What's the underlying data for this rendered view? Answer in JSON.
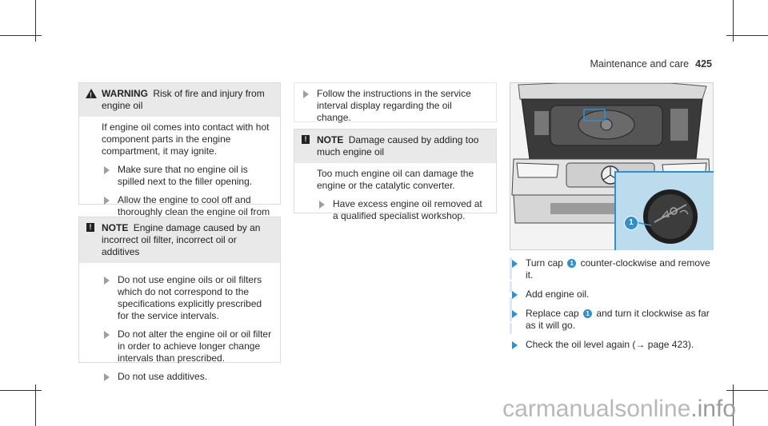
{
  "header": {
    "section": "Maintenance and care",
    "page_number": "425"
  },
  "warning": {
    "tag": "WARNING",
    "title": "Risk of fire and injury from engine oil",
    "intro": "If engine oil comes into contact with hot component parts in the engine compartment, it may ignite.",
    "bullets": [
      "Make sure that no engine oil is spilled next to the filler opening.",
      "Allow the engine to cool off and thoroughly clean the engine oil from components before starting the vehicle."
    ]
  },
  "note1": {
    "tag": "NOTE",
    "title": "Engine damage caused by an incorrect oil filter, incorrect oil or additives",
    "bullets": [
      "Do not use engine oils or oil filters which do not correspond to the specifications explicitly prescribed for the service intervals.",
      "Do not alter the engine oil or oil filter in order to achieve longer change intervals than prescribed.",
      "Do not use additives."
    ]
  },
  "follow": {
    "text": "Follow the instructions in the service interval display regarding the oil change."
  },
  "note2": {
    "tag": "NOTE",
    "title": "Damage caused by adding too much engine oil",
    "intro": "Too much engine oil can damage the engine or the catalytic converter.",
    "bullets": [
      "Have excess engine oil removed at a qualified specialist workshop."
    ]
  },
  "figure": {
    "callout_number": "1"
  },
  "steps": {
    "s1_before": "Turn cap",
    "s1_num": "1",
    "s1_after": "counter-clockwise and remove it.",
    "s2": "Add engine oil.",
    "s3_before": "Replace cap",
    "s3_num": "1",
    "s3_after": "and turn it clockwise as far as it will go.",
    "s4_before": "Check the oil level again (",
    "s4_arrow": "→",
    "s4_link": "page 423",
    "s4_after": ")."
  },
  "watermark": {
    "text_a": "carmanualsonline",
    "text_b": ".info"
  },
  "colors": {
    "accent_blue": "#2f8fd1",
    "bar_gray": "#9aa0a6",
    "inset_blue": "#bcdcee"
  }
}
